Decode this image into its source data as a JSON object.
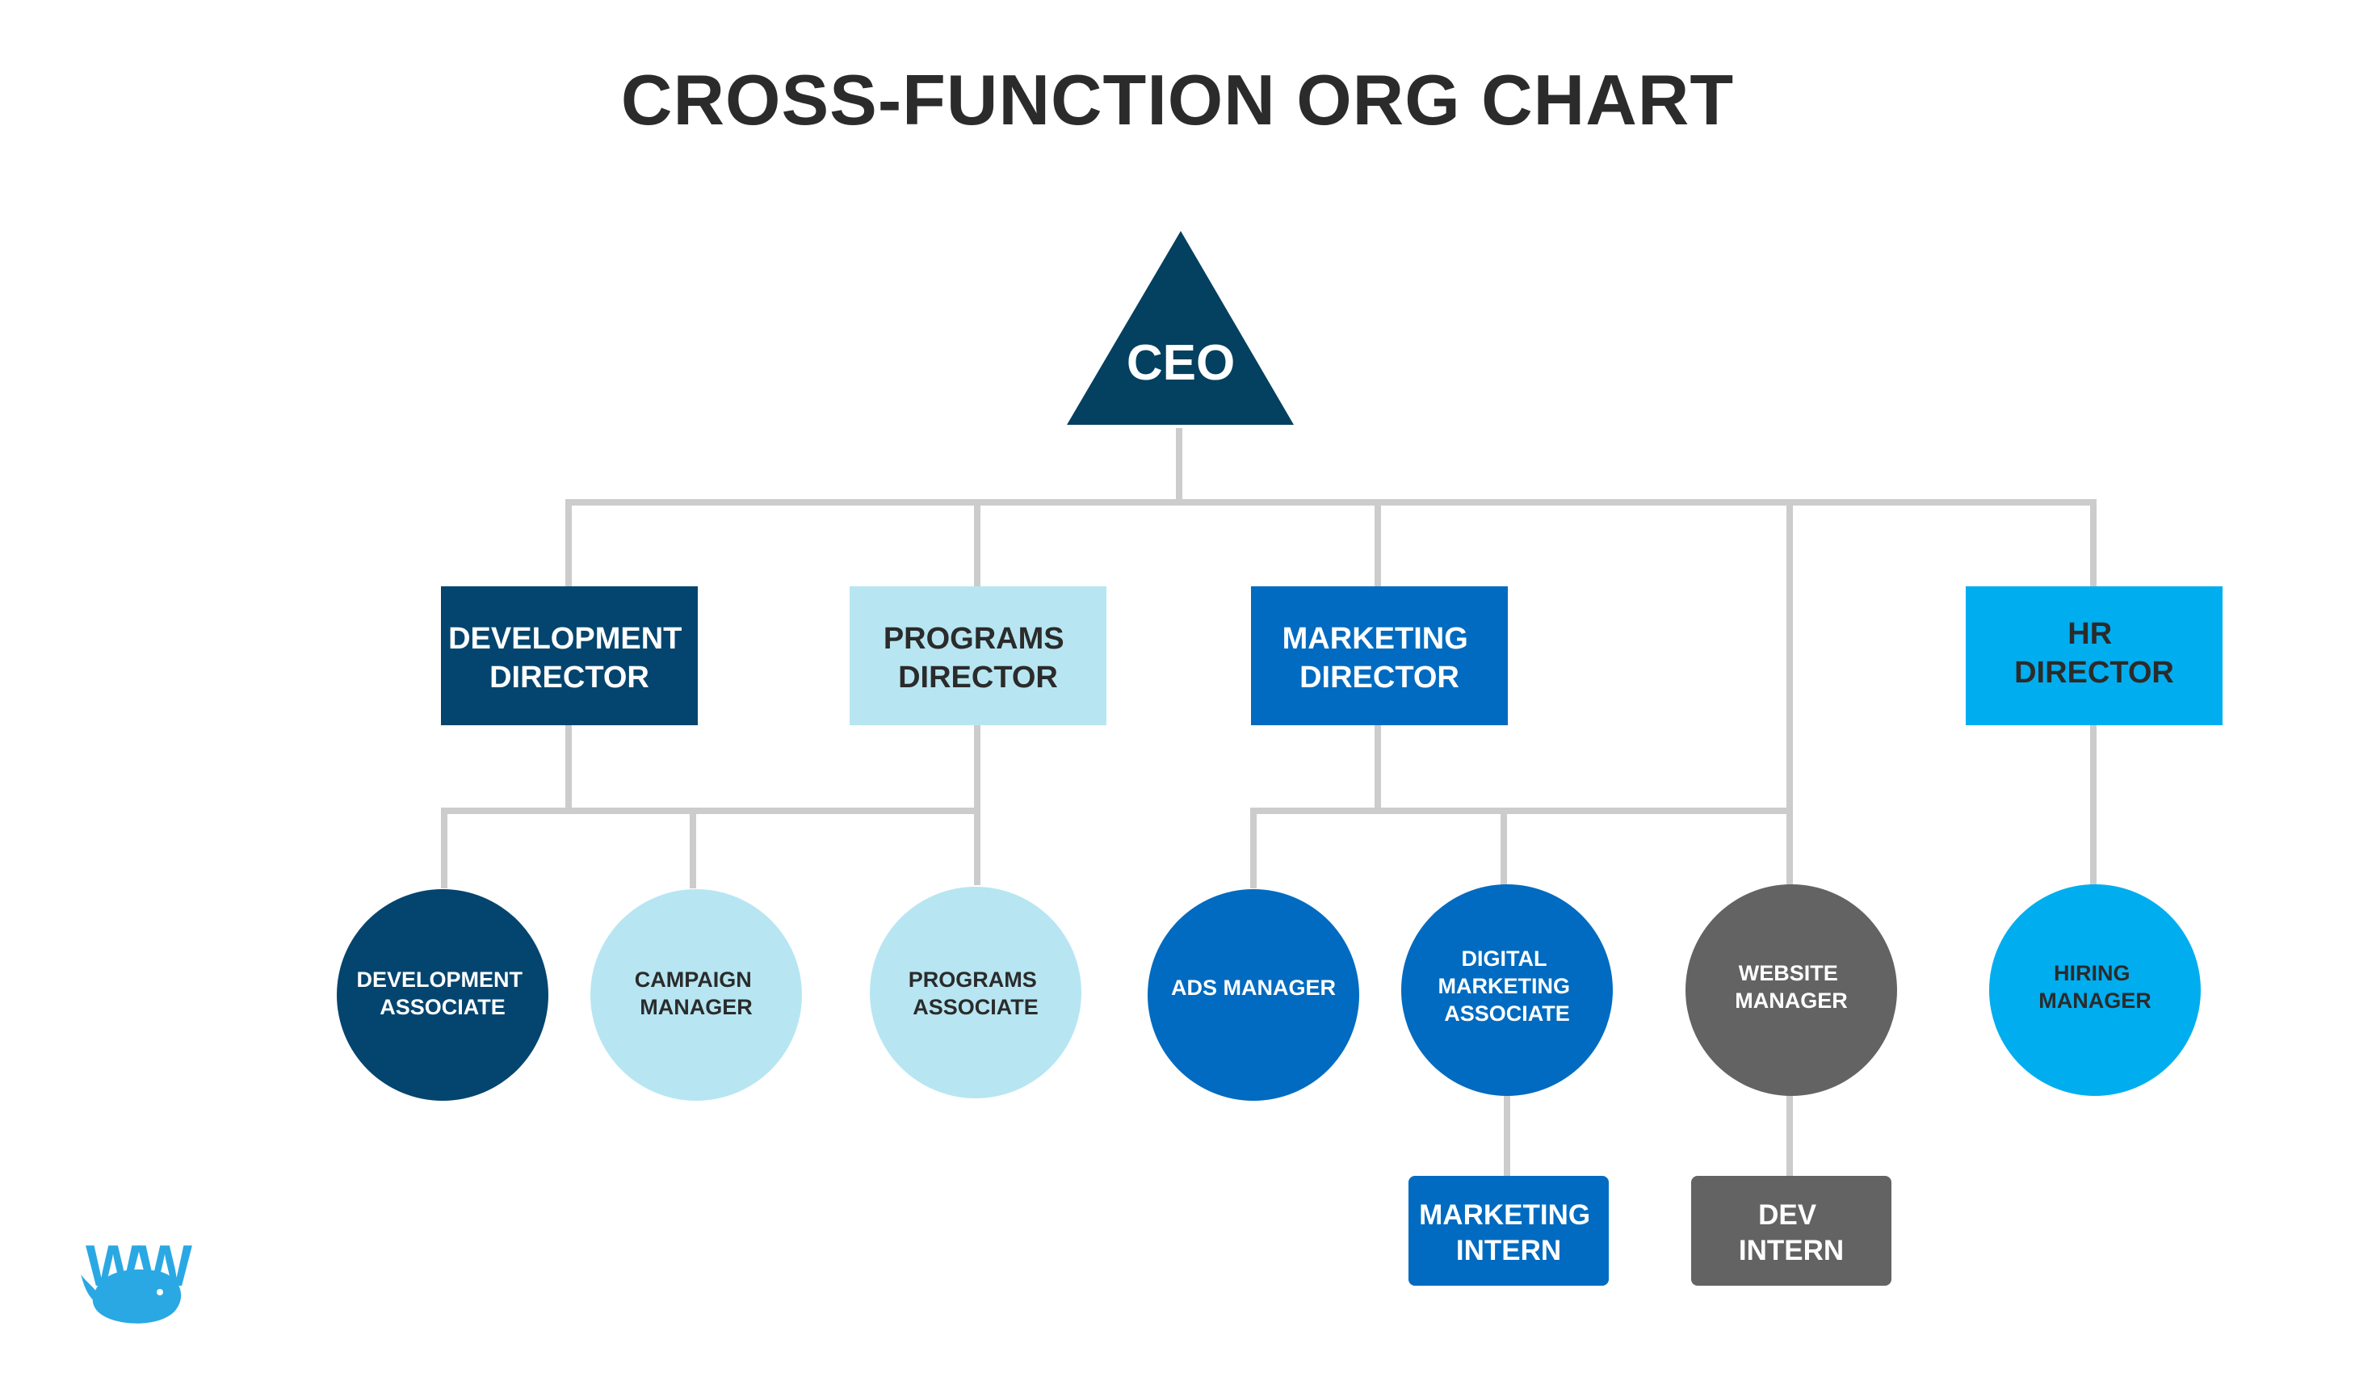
{
  "title": "CROSS-FUNCTION ORG CHART",
  "colors": {
    "navy": "#03456f",
    "dark_teal": "#04405f",
    "light_blue": "#b7e6f2",
    "medium_blue": "#006bc0",
    "cyan": "#00aeef",
    "gray": "#636363",
    "connector": "#cccccc",
    "title_text": "#2b2b2b"
  },
  "ceo": {
    "label": "CEO"
  },
  "directors": [
    {
      "id": "development",
      "lines": [
        "DEVELOPMENT",
        "DIRECTOR"
      ]
    },
    {
      "id": "programs",
      "lines": [
        "PROGRAMS",
        "DIRECTOR"
      ]
    },
    {
      "id": "marketing",
      "lines": [
        "MARKETING",
        "DIRECTOR"
      ]
    },
    {
      "id": "hr",
      "lines": [
        "HR",
        "DIRECTOR"
      ]
    }
  ],
  "staff": [
    {
      "id": "development-associate",
      "lines": [
        "DEVELOPMENT",
        "ASSOCIATE"
      ]
    },
    {
      "id": "campaign-manager",
      "lines": [
        "CAMPAIGN",
        "MANAGER"
      ]
    },
    {
      "id": "programs-associate",
      "lines": [
        "PROGRAMS",
        "ASSOCIATE"
      ]
    },
    {
      "id": "ads-manager",
      "lines": [
        "ADS MANAGER"
      ]
    },
    {
      "id": "digital-marketing-associate",
      "lines": [
        "DIGITAL",
        "MARKETING",
        "ASSOCIATE"
      ]
    },
    {
      "id": "website-manager",
      "lines": [
        "WEBSITE",
        "MANAGER"
      ]
    },
    {
      "id": "hiring-manager",
      "lines": [
        "HIRING",
        "MANAGER"
      ]
    }
  ],
  "interns": [
    {
      "id": "marketing-intern",
      "lines": [
        "MARKETING",
        "INTERN"
      ]
    },
    {
      "id": "dev-intern",
      "lines": [
        "DEV",
        "INTERN"
      ]
    }
  ],
  "logo": {
    "text": "WW"
  }
}
